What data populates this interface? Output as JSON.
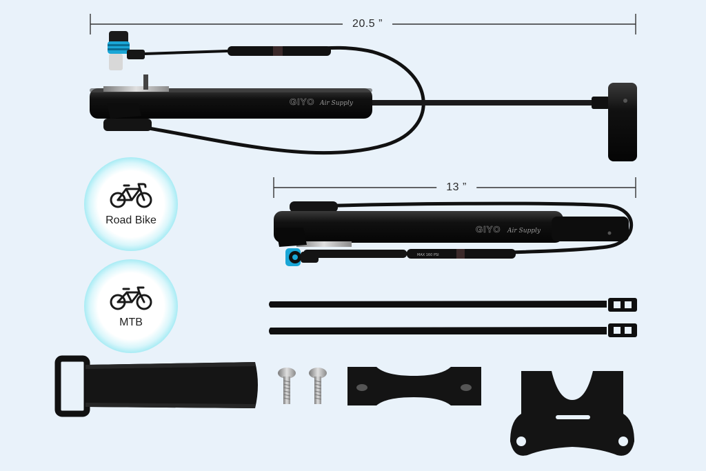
{
  "dimensions": {
    "full_length": "20.5 ”",
    "compact_length": "13 ”"
  },
  "pump_brand": "GIYO",
  "pump_model": "Air Supply",
  "hose_marking": "MAX 160 PSI",
  "badges": [
    {
      "label": "Road Bike",
      "icon": "road-bike-icon"
    },
    {
      "label": "MTB",
      "icon": "mountain-bike-icon"
    }
  ],
  "colors": {
    "background": "#e9f2fa",
    "accent": "#2fd0e6",
    "valve_blue": "#1aa6d6",
    "product_black": "#141414"
  }
}
